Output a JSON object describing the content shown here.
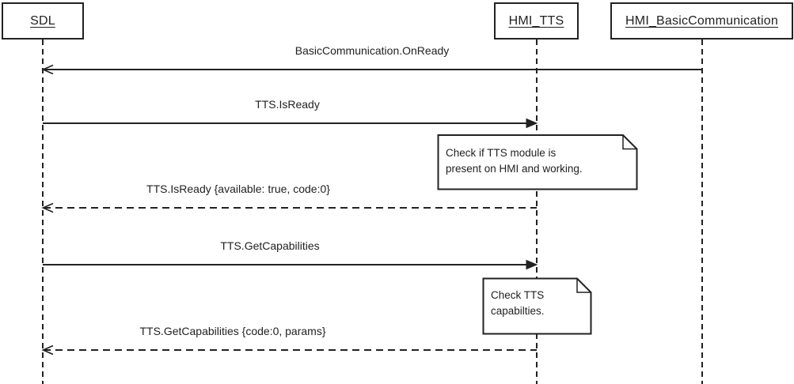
{
  "actors": [
    {
      "id": "sdl",
      "label": "SDL"
    },
    {
      "id": "hmi-tts",
      "label": "HMI_TTS"
    },
    {
      "id": "hmi-basiccommunication",
      "label": "HMI_BasicCommunication"
    }
  ],
  "messages": [
    {
      "label": "BasicCommunication.OnReady",
      "from": "HMI_BasicCommunication",
      "to": "SDL",
      "line": "solid",
      "arrowhead": "open",
      "direction": "left"
    },
    {
      "label": "TTS.IsReady",
      "from": "SDL",
      "to": "HMI_TTS",
      "line": "solid",
      "arrowhead": "filled",
      "direction": "right"
    },
    {
      "label": "TTS.IsReady {available: true, code:0}",
      "from": "HMI_TTS",
      "to": "SDL",
      "line": "dashed",
      "arrowhead": "open",
      "direction": "left"
    },
    {
      "label": "TTS.GetCapabilities",
      "from": "SDL",
      "to": "HMI_TTS",
      "line": "solid",
      "arrowhead": "filled",
      "direction": "right"
    },
    {
      "label": "TTS.GetCapabilities {code:0, params}",
      "from": "HMI_TTS",
      "to": "SDL",
      "line": "dashed",
      "arrowhead": "open",
      "direction": "left"
    }
  ],
  "notes": [
    {
      "attached_to": "HMI_TTS",
      "lines": [
        "Check if TTS module is",
        "present on HMI and working."
      ]
    },
    {
      "attached_to": "HMI_TTS",
      "lines": [
        "Check TTS",
        "capabilties."
      ]
    }
  ],
  "colors": {
    "line": "#222222",
    "background": "#ffffff",
    "note_fill": "#ffffff"
  }
}
